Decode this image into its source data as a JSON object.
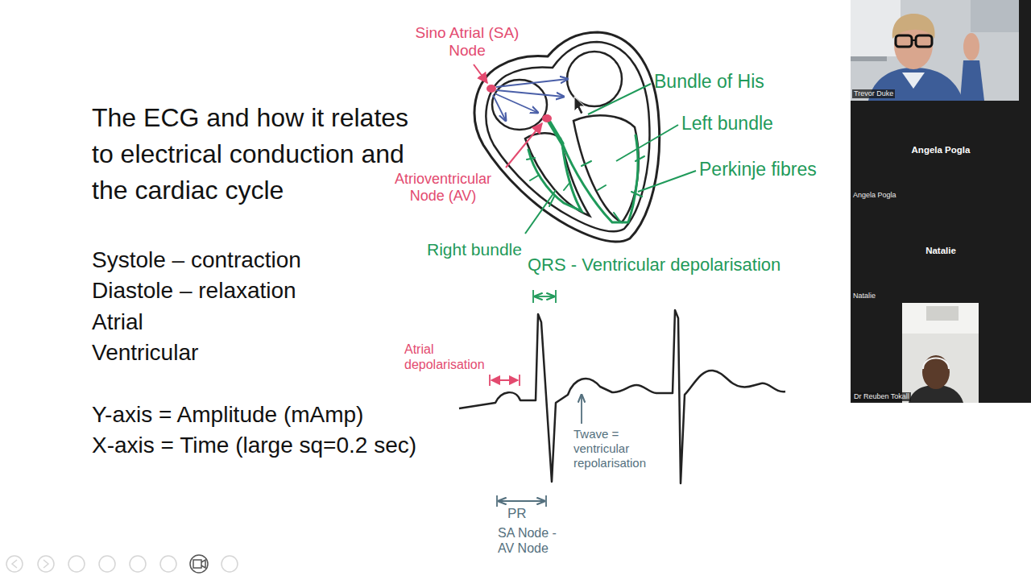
{
  "diagram": {
    "title": "The ECG and how it relates to electrical conduction and the cardiac cycle",
    "nodes": [
      {
        "text": [
          "Trevor Duke"
        ]
      },
      {
        "text": [
          "Angela Pogla",
          "Angela Pogla"
        ]
      },
      {
        "text": [
          "Natalie",
          "Natalie"
        ]
      },
      {
        "text": [
          "Dr Reuben Tokall"
        ]
      }
    ],
    "labels": [
      "Systole – contraction",
      "Diastole – relaxation",
      "Atrial",
      "Ventricular",
      "Y-axis = Amplitude (mAmp)",
      "X-axis = Time (large sq=0.2 sec)",
      "Sino Atrial (SA) Node",
      "Bundle of His",
      "Left bundle",
      "Atrioventricular Node (AV)",
      "Perkinje fibres",
      "Right bundle",
      "QRS - Ventricular depolarisation",
      "Atrial depolarisation",
      "Twave = ventricular repolarisation",
      "PR",
      "SA Node -AV Node"
    ]
  }
}
